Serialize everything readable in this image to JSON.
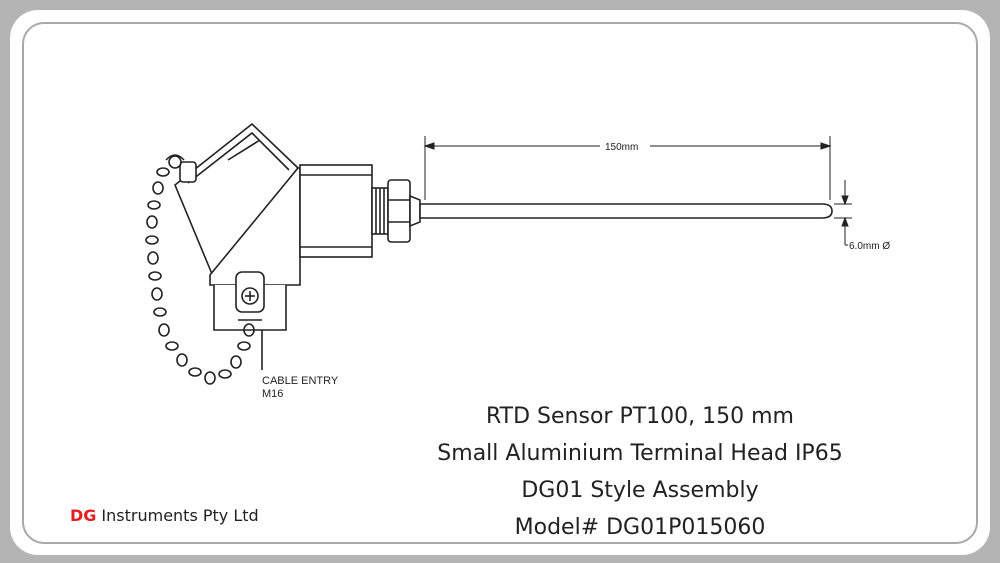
{
  "drawing": {
    "length_label": "150mm",
    "diameter_label": "6.0mm Ø",
    "cable_entry_label_line1": "CABLE ENTRY",
    "cable_entry_label_line2": "M16"
  },
  "caption": {
    "line1": "RTD Sensor PT100, 150 mm",
    "line2": "Small Aluminium Terminal Head IP65",
    "line3": "DG01 Style Assembly",
    "line4": "Model# DG01P015060"
  },
  "brand": {
    "mark": "DG",
    "name": "Instruments Pty Ltd",
    "mark_color": "#e02020"
  }
}
